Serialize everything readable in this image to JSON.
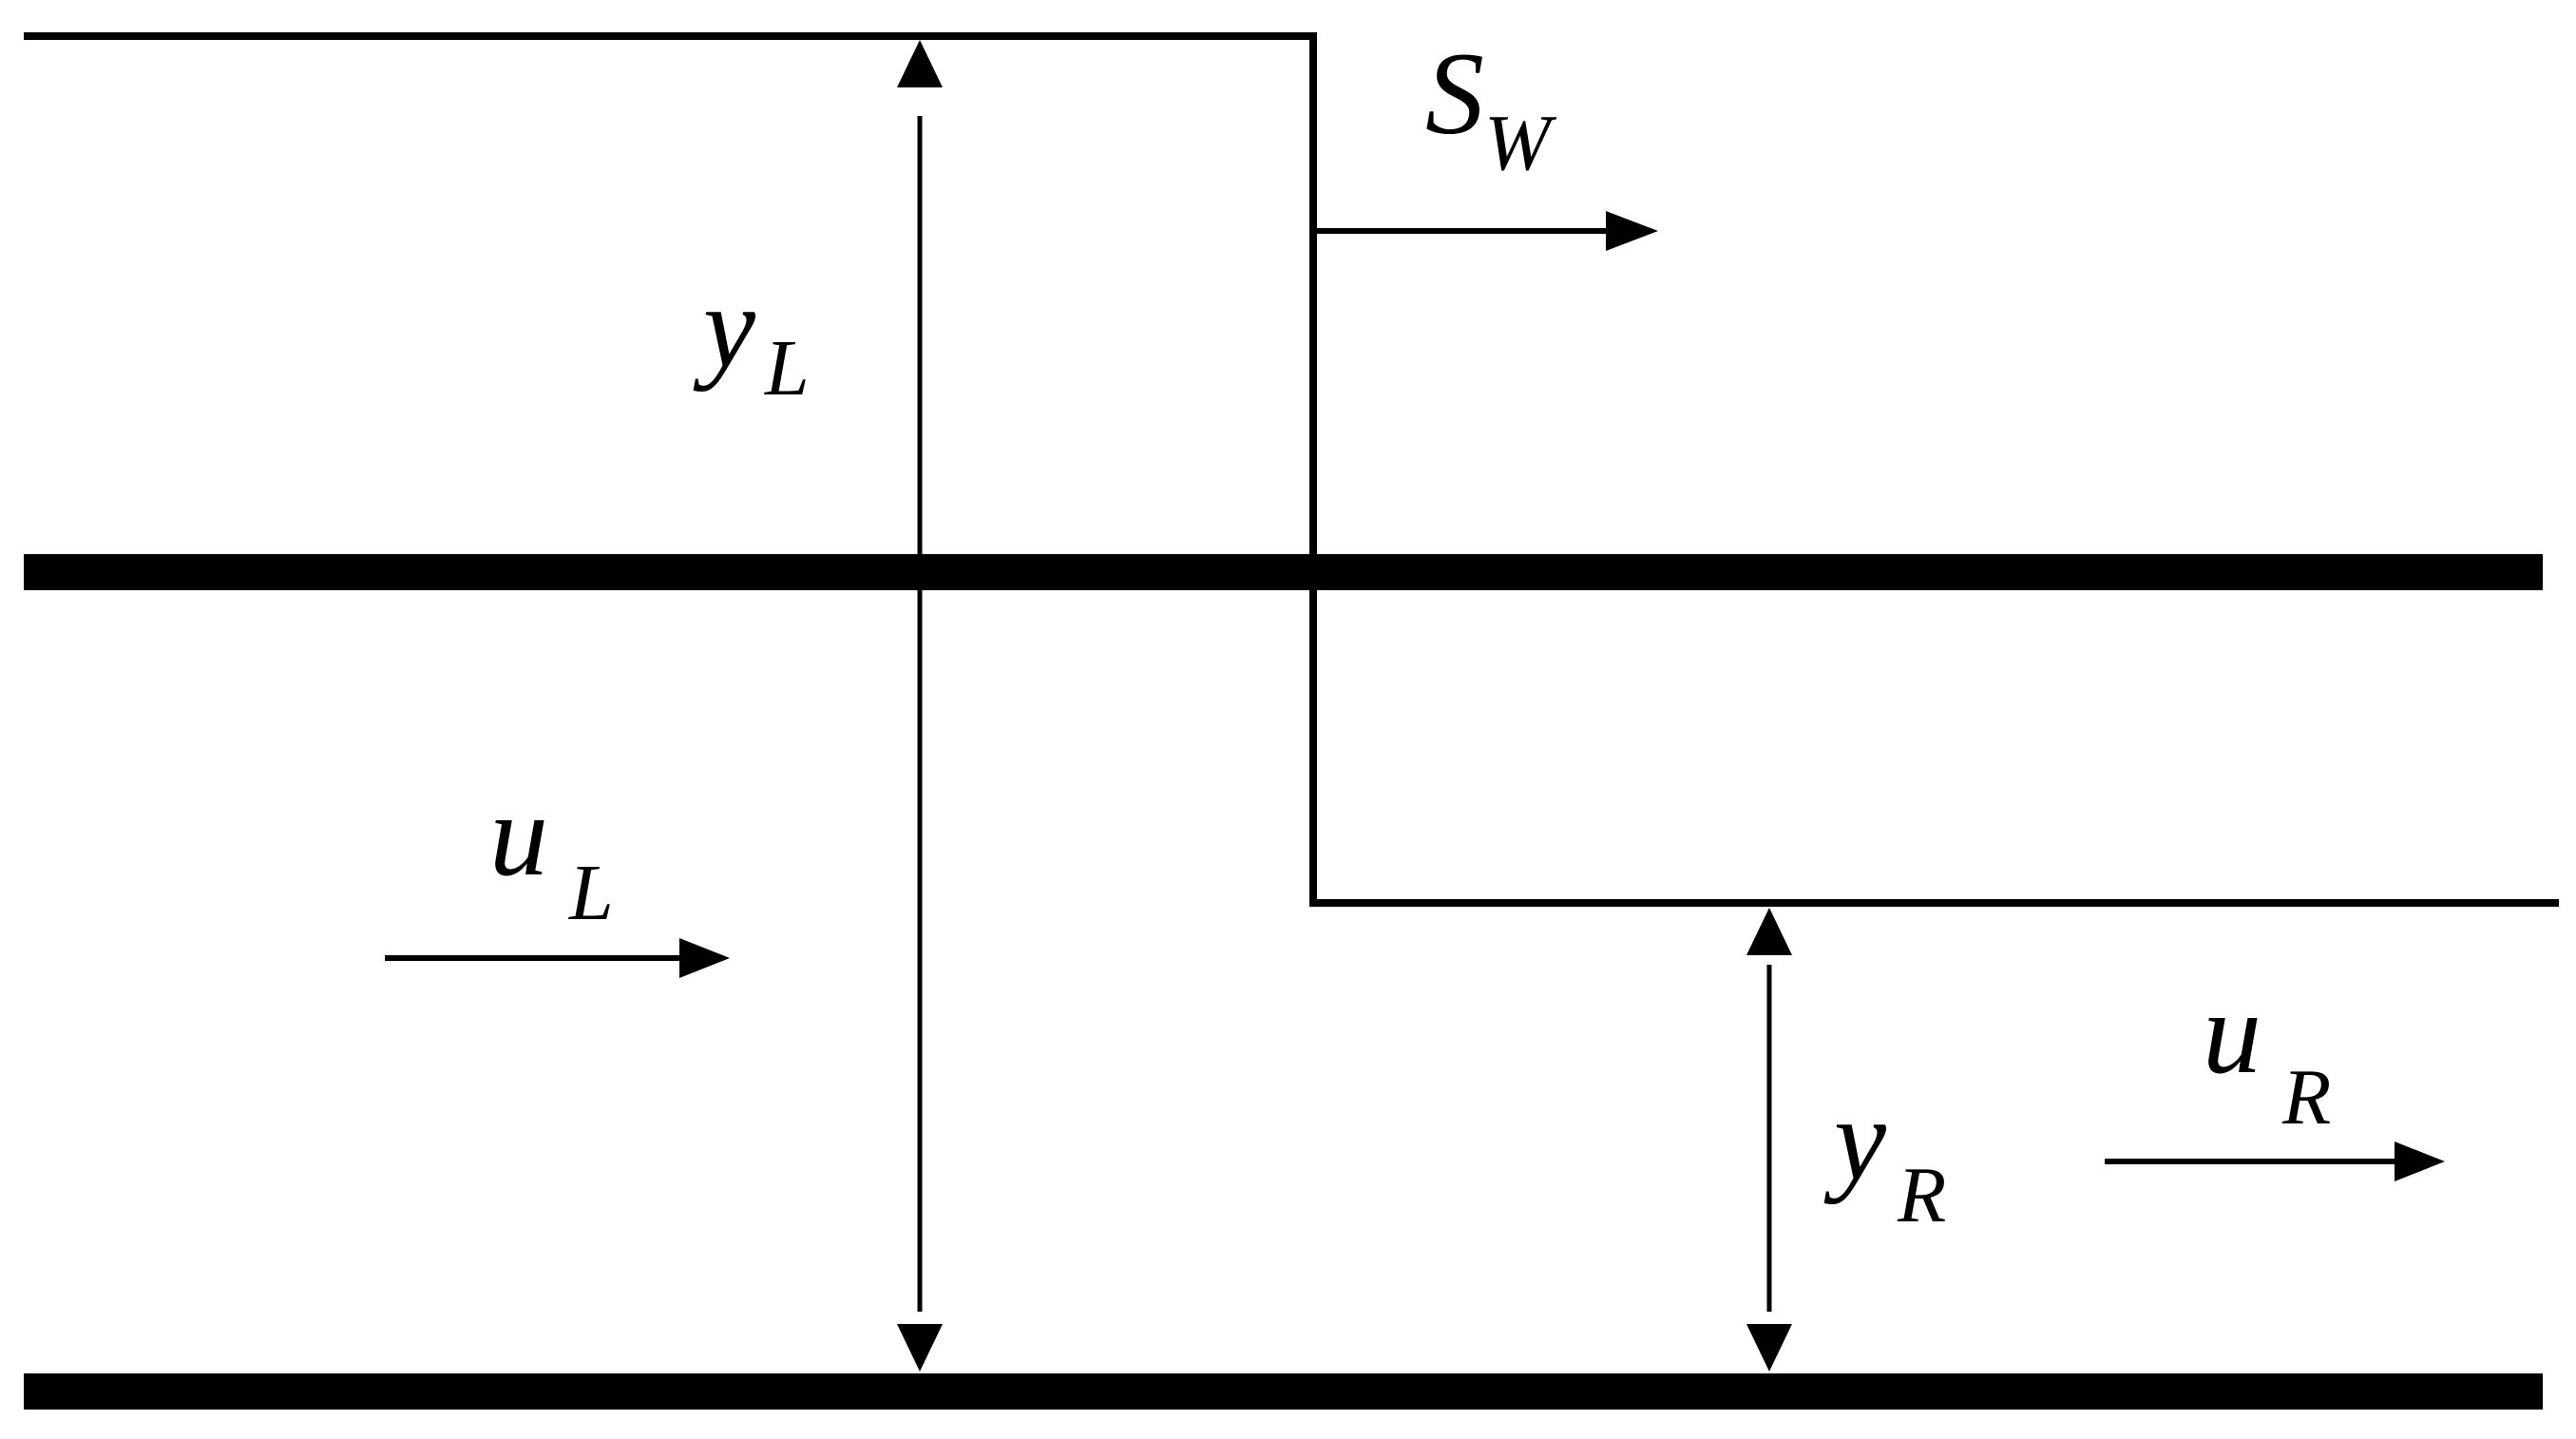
{
  "labels": {
    "y_left": {
      "base": "y",
      "sub": "L"
    },
    "u_left": {
      "base": "u",
      "sub": "L"
    },
    "s_wave": {
      "base": "S",
      "sub": "W"
    },
    "y_right": {
      "base": "y",
      "sub": "R"
    },
    "u_right": {
      "base": "u",
      "sub": "R"
    }
  },
  "colors": {
    "ink": "#000000",
    "background": "#ffffff"
  }
}
